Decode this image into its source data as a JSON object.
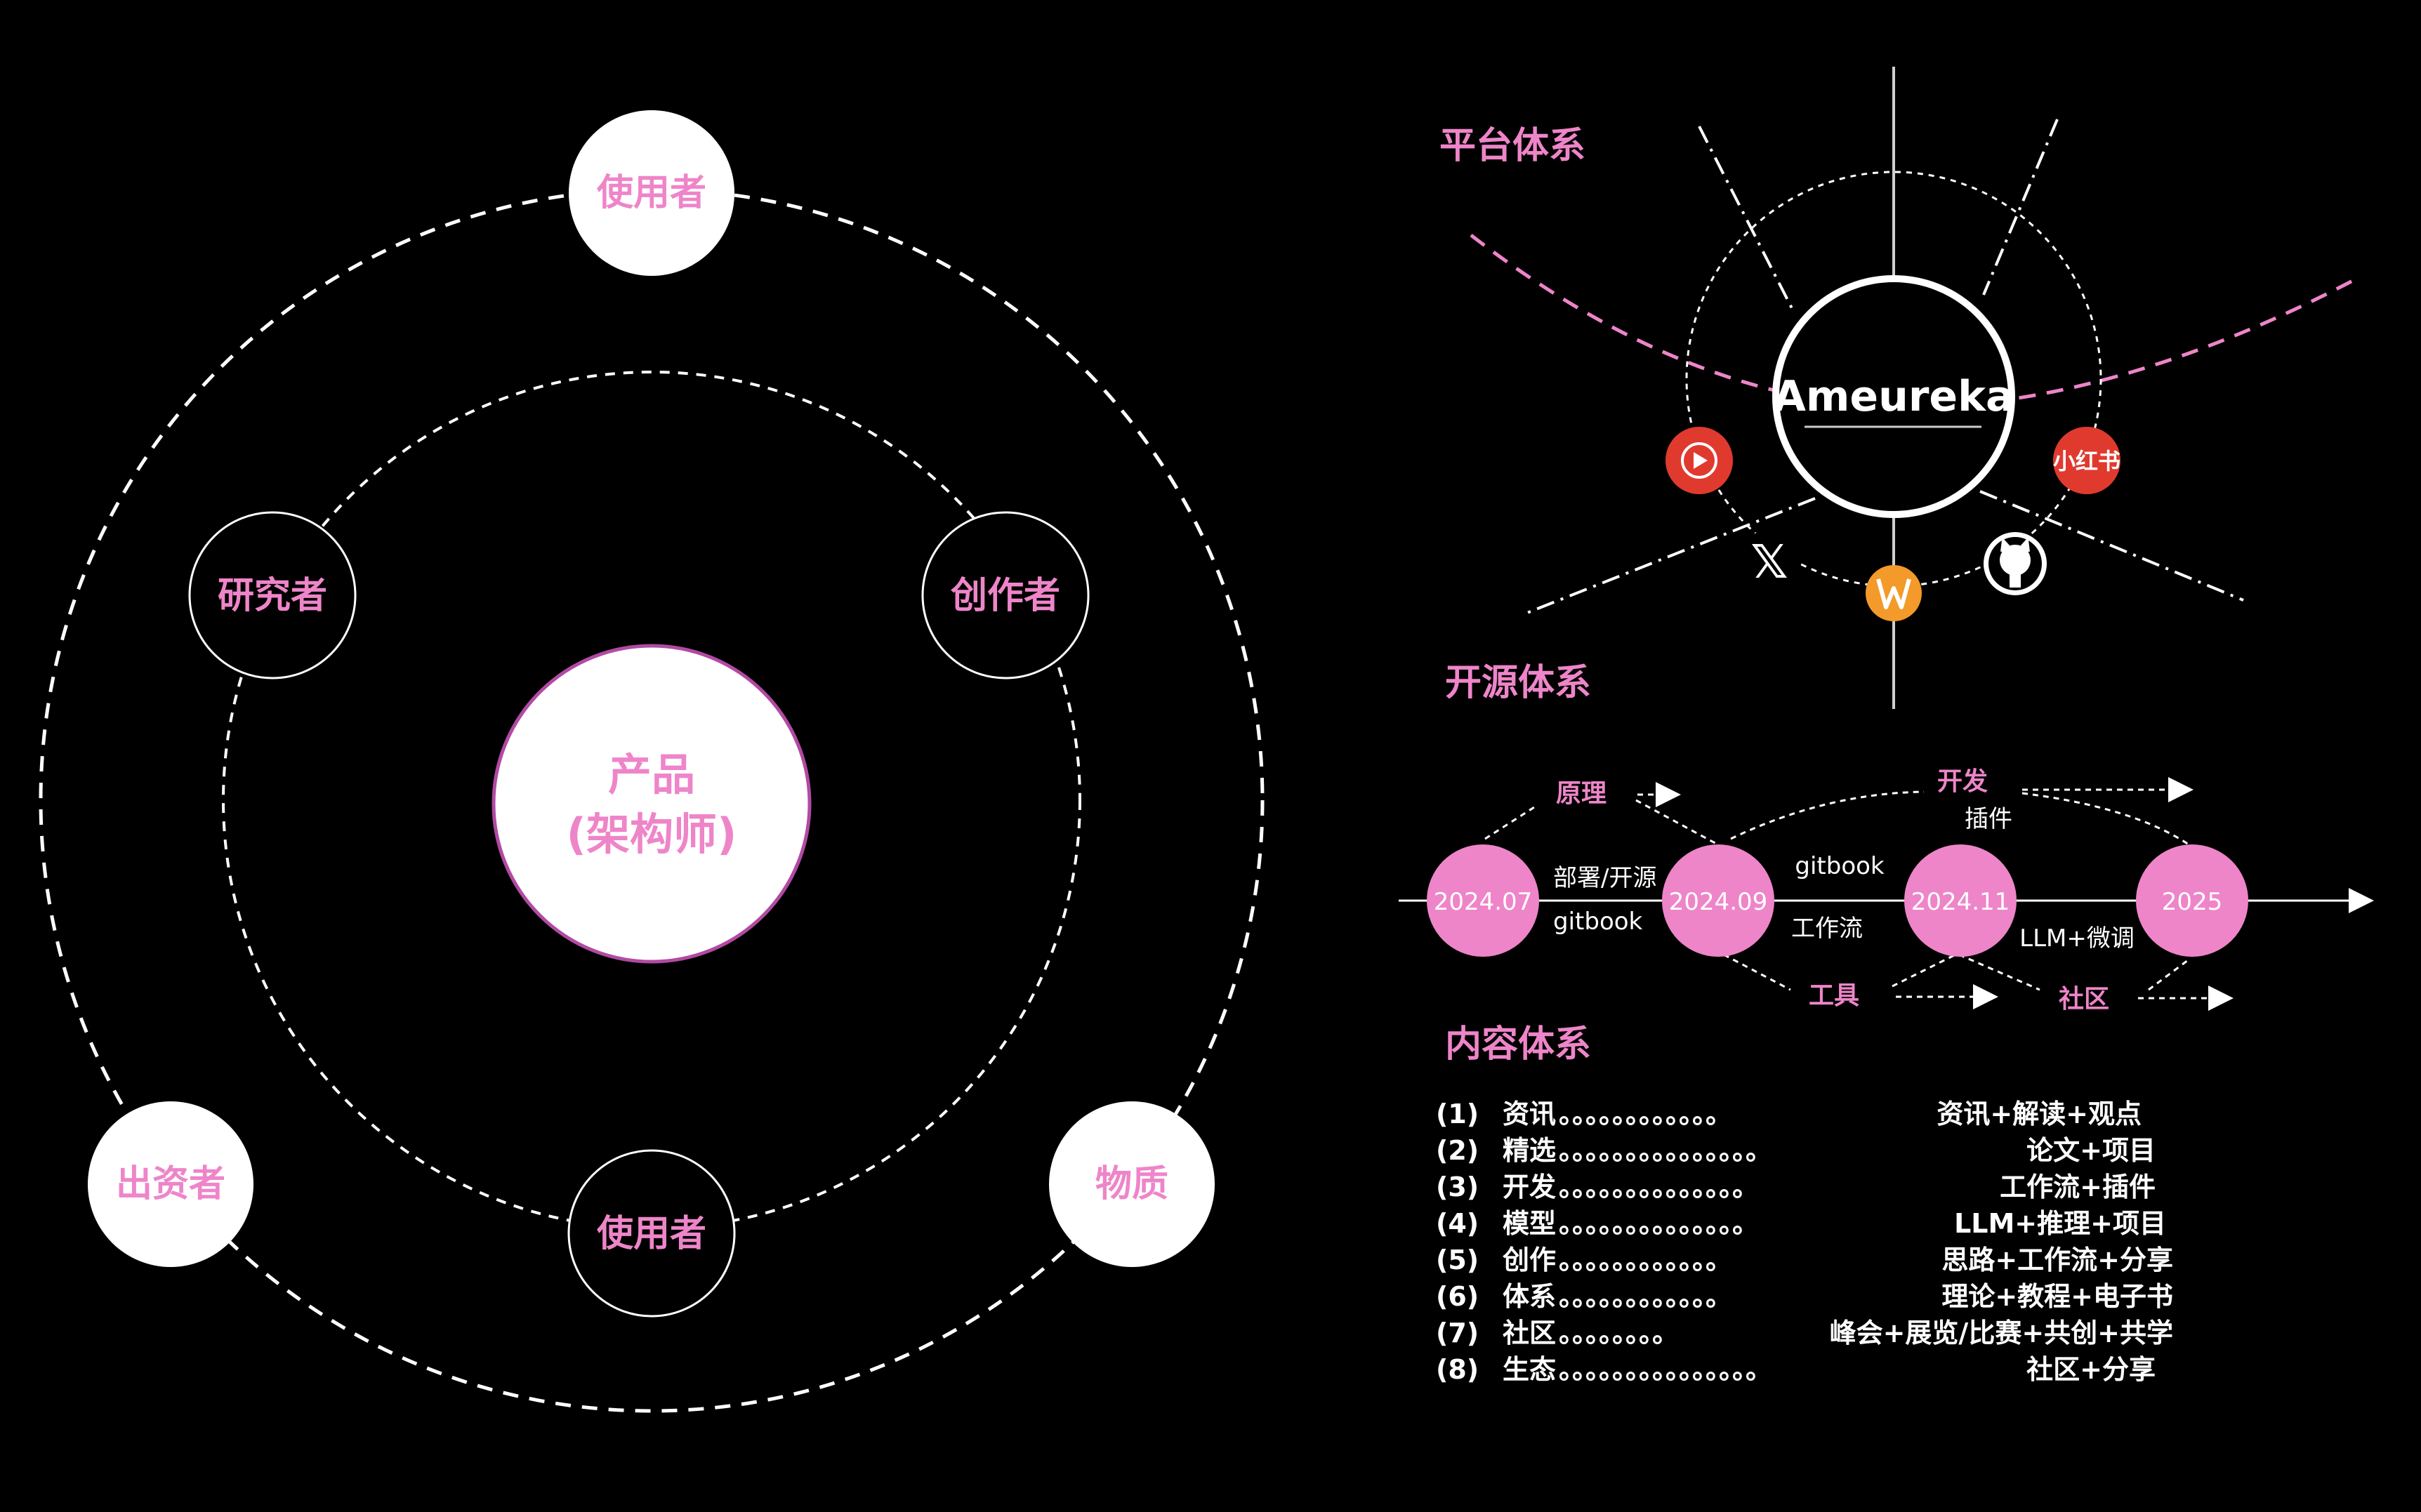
{
  "colors": {
    "background": "#000000",
    "pink": "#ee85c9",
    "white": "#ffffff",
    "red": "#e03a2f",
    "orange": "#f39a2a"
  },
  "ecosystem": {
    "center": {
      "line1": "产品",
      "line2": "(架构师)"
    },
    "outer_nodes": {
      "top": "使用者",
      "left": "出资者",
      "right": "物质"
    },
    "inner_nodes": {
      "left": "研究者",
      "right": "创作者",
      "bottom": "使用者"
    }
  },
  "platform": {
    "title": "平台体系",
    "brand": "Ameureka",
    "icons": {
      "youtube": "youtube-icon",
      "xiaohongshu": "小红书",
      "x": "x-icon",
      "github": "github-icon",
      "lightning": "lightning-icon"
    }
  },
  "opensource": {
    "title": "开源体系",
    "milestones": [
      "2024.07",
      "2024.09",
      "2024.11",
      "2025"
    ],
    "labels": {
      "principle": "原理",
      "deploy": "部署/开源",
      "gitbook_1": "gitbook",
      "gitbook_2": "gitbook",
      "workflow": "工作流",
      "develop": "开发",
      "plugin": "插件",
      "tools": "工具",
      "llm_finetune": "LLM+微调",
      "community": "社区"
    }
  },
  "content": {
    "title": "内容体系",
    "items": [
      {
        "num": "(1)",
        "name": "资讯",
        "dots": "。。。。。。。。。。。。",
        "desc": "资讯+解读+观点"
      },
      {
        "num": "(2)",
        "name": "精选",
        "dots": "。。。。。。。。。。。。。。。",
        "desc": "论文+项目"
      },
      {
        "num": "(3)",
        "name": "开发",
        "dots": "。。。。。。。。。。。。。。",
        "desc": "工作流+插件"
      },
      {
        "num": "(4)",
        "name": "模型",
        "dots": "。。。。。。。。。。。。。。",
        "desc": "LLM+推理+项目"
      },
      {
        "num": "(5)",
        "name": "创作",
        "dots": "。。。。。。。。。。。。",
        "desc": "思路+工作流+分享"
      },
      {
        "num": "(6)",
        "name": "体系",
        "dots": "。。。。。。。。。。。。",
        "desc": "理论+教程+电子书"
      },
      {
        "num": "(7)",
        "name": "社区",
        "dots": "。。。。。。。。",
        "desc": "峰会+展览/比赛+共创+共学"
      },
      {
        "num": "(8)",
        "name": "生态",
        "dots": "。。。。。。。。。。。。。。。",
        "desc": "社区+分享"
      }
    ]
  }
}
